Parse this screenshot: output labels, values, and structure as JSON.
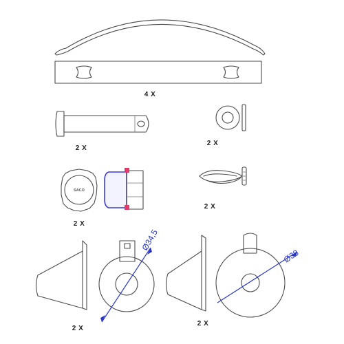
{
  "quantities": {
    "springs": "4 X",
    "pin": "2 X",
    "washer": "2 X",
    "bushing": "2 X",
    "clip": "2 X",
    "cap_small": "2 X",
    "cap_large": "2 X"
  },
  "brand_mark": "SACO",
  "dimensions": {
    "small": "Ø34,5",
    "large": "Ø38"
  },
  "colors": {
    "line": "#4a4a4a",
    "dimension": "#2a37c9",
    "highlight": "#e23a6a"
  }
}
